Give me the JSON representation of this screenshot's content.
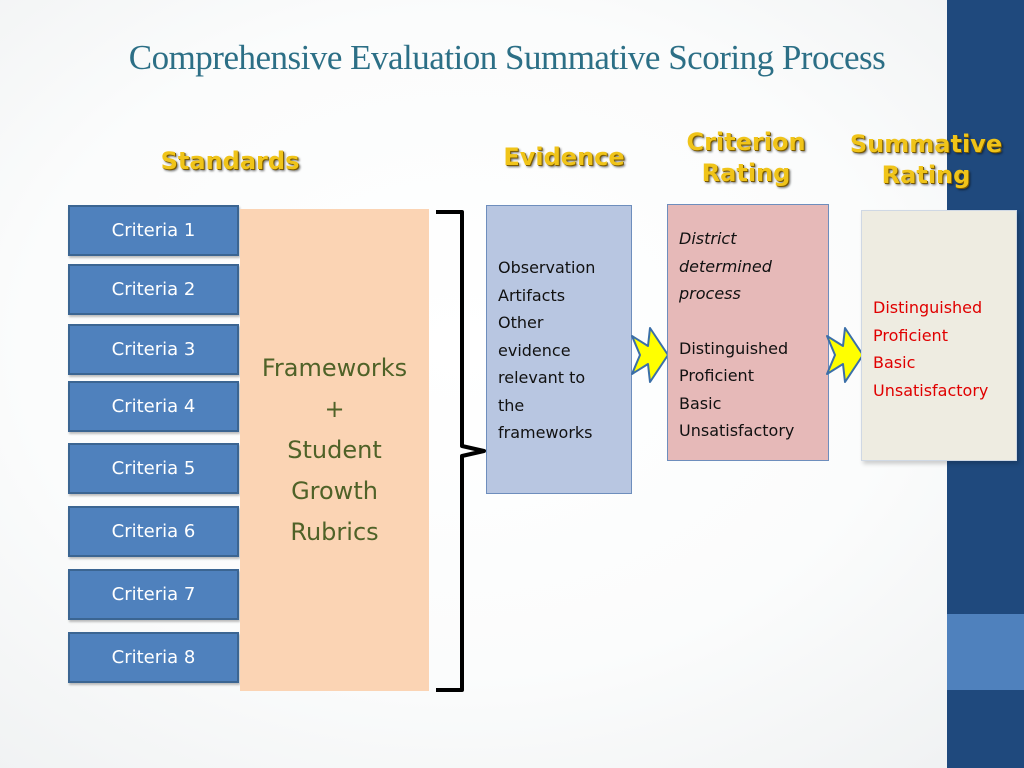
{
  "title": "Comprehensive Evaluation Summative Scoring Process",
  "headers": {
    "standards": "Standards",
    "evidence": "Evidence",
    "criterion_rating": [
      "Criterion",
      "Rating"
    ],
    "summative_rating": [
      "Summative",
      "Rating"
    ]
  },
  "criteria": [
    "Criteria 1",
    "Criteria 2",
    "Criteria 3",
    "Criteria 4",
    "Criteria 5",
    "Criteria 6",
    "Criteria 7",
    "Criteria 8"
  ],
  "frameworks": [
    "Frameworks",
    "+",
    "Student",
    "Growth",
    "Rubrics"
  ],
  "evidence_lines": [
    "Observation",
    "Artifacts",
    "Other",
    "evidence",
    "relevant to",
    "the",
    "frameworks"
  ],
  "criterion_process": [
    "District",
    "determined",
    "process"
  ],
  "criterion_levels": [
    "Distinguished",
    "Proficient",
    "Basic",
    "Unsatisfactory"
  ],
  "summative_levels": [
    "Distinguished",
    "Proficient",
    "Basic",
    "Unsatisfactory"
  ],
  "colors": {
    "criteria_fill": "#4f81bd",
    "frameworks_fill": "#fbd4b4",
    "evidence_fill": "#b8c6e1",
    "criterion_fill": "#e6b9b8",
    "summative_fill": "#eeece1",
    "header_text": "#f0c419",
    "arrow_fill": "#ffff00",
    "sidebar": "#1f497d"
  }
}
